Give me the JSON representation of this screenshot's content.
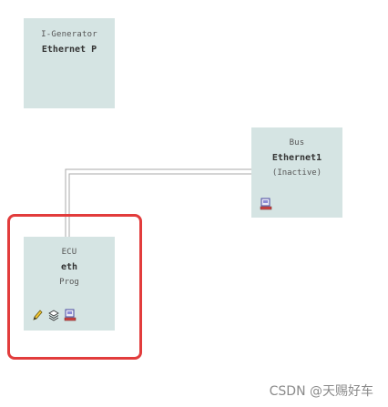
{
  "nodes": {
    "generator": {
      "type_label": "I-Generator",
      "name": "Ethernet P"
    },
    "bus": {
      "type_label": "Bus",
      "name": "Ethernet1",
      "status": "(Inactive)"
    },
    "ecu": {
      "type_label": "ECU",
      "name": "eth",
      "sub_label": "Prog"
    }
  },
  "icons": {
    "bus": [
      "network-card-icon"
    ],
    "ecu": [
      "pencil-icon",
      "layers-icon",
      "network-card-icon"
    ]
  },
  "colors": {
    "node_fill": "#d5e4e3",
    "highlight": "#e23c3c",
    "connector": "#a8a8a8"
  },
  "watermark": "CSDN @天赐好车"
}
